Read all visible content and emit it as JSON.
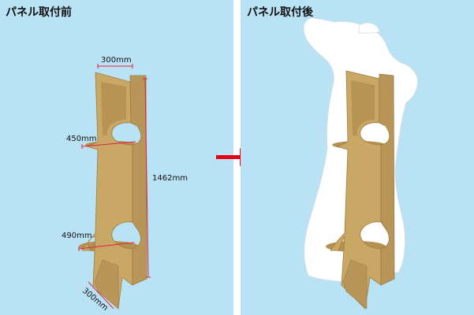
{
  "panels": {
    "before": {
      "title": "パネル取付前"
    },
    "after": {
      "title": "パネル取付後"
    }
  },
  "dimensions": {
    "top_width": "300mm",
    "upper_shelf": "450mm",
    "height": "1462mm",
    "lower_shelf": "490mm",
    "base_width": "300mm"
  },
  "colors": {
    "background": "#b9e2f4",
    "cardboard": "#c9a765",
    "cardboard_dark": "#a9874a",
    "dimension_line": "#e0204a",
    "arrow": "#e60012",
    "panel": "#ffffff"
  },
  "icons": {
    "transition": "right-arrow-icon"
  }
}
